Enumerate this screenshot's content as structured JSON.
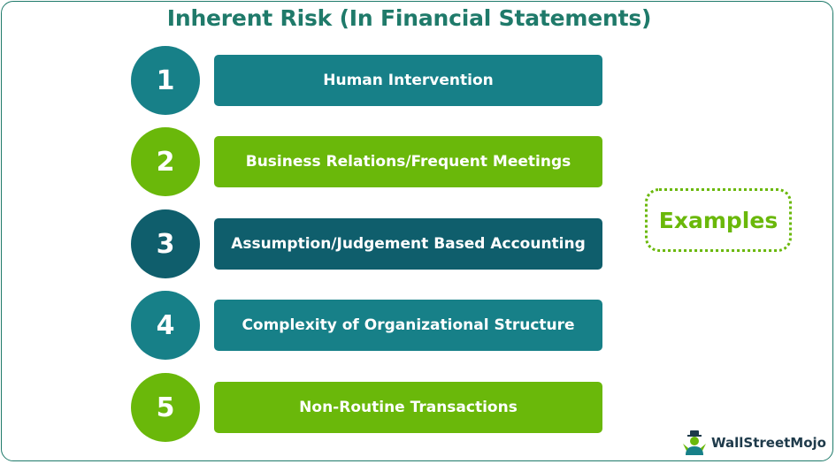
{
  "title": "Inherent Risk (In Financial Statements)",
  "items": [
    {
      "number": "1",
      "label": "Human Intervention",
      "color": "#178088"
    },
    {
      "number": "2",
      "label": "Business Relations/Frequent Meetings",
      "color": "#6ab80a"
    },
    {
      "number": "3",
      "label": "Assumption/Judgement Based Accounting",
      "color": "#0f5e6c"
    },
    {
      "number": "4",
      "label": "Complexity of Organizational Structure",
      "color": "#178088"
    },
    {
      "number": "5",
      "label": "Non-Routine Transactions",
      "color": "#6ab80a"
    }
  ],
  "examples_label": "Examples",
  "brand": "WallStreetMojo",
  "colors": {
    "teal": "#178088",
    "green": "#6ab80a",
    "dark_teal": "#0f5e6c",
    "title": "#1f7a6a"
  }
}
